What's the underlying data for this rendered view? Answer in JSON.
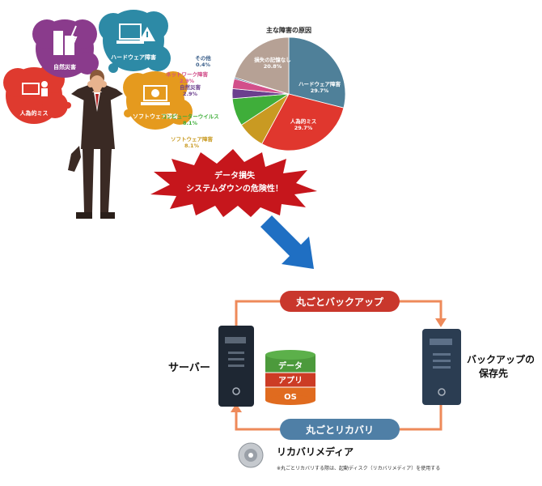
{
  "causes": {
    "human": "人為的ミス",
    "disaster": "自然災害",
    "hardware": "ハードウェア障害",
    "software": "ソフトウェア障害"
  },
  "chart_data": {
    "type": "pie",
    "title": "主な障害の原因",
    "slices": [
      {
        "label": "ハードウェア障害",
        "value": 29.7,
        "display": "29.7%",
        "color": "#4f8099"
      },
      {
        "label": "人為的ミス",
        "value": 29.7,
        "display": "29.7%",
        "color": "#e0372e"
      },
      {
        "label": "ソフトウェア障害",
        "value": 8.1,
        "display": "8.1%",
        "color": "#c99a22"
      },
      {
        "label": "コンピューターウイルス",
        "value": 8.1,
        "display": "8.1%",
        "color": "#3fae3a"
      },
      {
        "label": "自然災害",
        "value": 2.9,
        "display": "2.9%",
        "color": "#6b3f8e"
      },
      {
        "label": "ネットワーク障害",
        "value": 2.9,
        "display": "2.9%",
        "color": "#d24f8a"
      },
      {
        "label": "その他",
        "value": 0.4,
        "display": "0.4%",
        "color": "#3b5f8a"
      },
      {
        "label": "損失の記憶なし",
        "value": 20.8,
        "display": "20.8%",
        "color": "#b6a195"
      }
    ]
  },
  "burst": {
    "line1": "データ損失",
    "line2": "システムダウンの危険性！"
  },
  "backup": {
    "full_backup": "丸ごとバックアップ",
    "full_recovery": "丸ごとリカバリ",
    "server": "サーバー",
    "destination_line1": "バックアップの",
    "destination_line2": "保存先",
    "layers": [
      "データ",
      "アプリ",
      "OS"
    ],
    "media_title": "リカバリメディア",
    "media_note": "※丸ごとリカバリする際は、起動ディスク（リカバリメディア）を使用する"
  },
  "colors": {
    "bubble": "#df3a2f",
    "disaster": "#8a3b8c",
    "hardware": "#2d8aa6",
    "software": "#e59a1e",
    "connector": "#ee8a5a",
    "arrow": "#1f6fc3"
  }
}
